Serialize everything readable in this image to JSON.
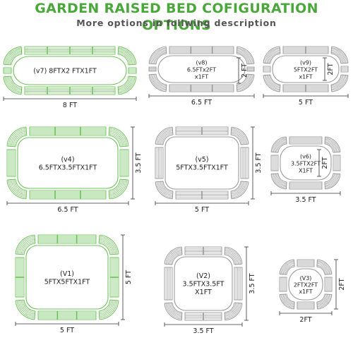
{
  "header": {
    "title": "GARDEN RAISED BED COFIGURATION OPTIONS",
    "subtitle": "More options in follwing description"
  },
  "colors": {
    "title_green": "#4aa83b",
    "green_bed": "#6ec35a",
    "gray_bed": "#9a9a9a",
    "subtitle_gray": "#555555"
  },
  "configs": [
    {
      "id": "v7",
      "color": "green",
      "label": [
        "(v7)  8FTX2 FTX1FT"
      ],
      "width_dim": "8 FT",
      "height_dim": ""
    },
    {
      "id": "v8",
      "color": "gray",
      "label": [
        "(v8)",
        "6.5FTx2FT",
        "x1FT"
      ],
      "width_dim": "6.5 FT",
      "height_dim": "2 FT"
    },
    {
      "id": "v9",
      "color": "gray",
      "label": [
        "(v9)",
        "5FTX2FT",
        "x1FT"
      ],
      "width_dim": "5 FT",
      "height_dim": "2FT"
    },
    {
      "id": "v4",
      "color": "green",
      "label": [
        "(v4)",
        "6.5FTX3.5FTX1FT"
      ],
      "width_dim": "6.5 FT",
      "height_dim": "3.5 FT"
    },
    {
      "id": "v5",
      "color": "gray",
      "label": [
        "(v5)",
        "5FTX3.5FTX1FT"
      ],
      "width_dim": "5 FT",
      "height_dim": "3.5 FT"
    },
    {
      "id": "v6",
      "color": "gray",
      "label": [
        "(v6)",
        "3.5FTX2FT",
        "X1FT"
      ],
      "width_dim": "3.5 FT",
      "height_dim": "2FT"
    },
    {
      "id": "V1",
      "color": "green",
      "label": [
        "(V1)",
        "5FTX5FTX1FT"
      ],
      "width_dim": "5 FT",
      "height_dim": "5 FT"
    },
    {
      "id": "V2",
      "color": "gray",
      "label": [
        "(V2)",
        "3.5FTX3.5FT",
        "X1FT"
      ],
      "width_dim": "3.5 FT",
      "height_dim": "3.5 FT"
    },
    {
      "id": "V3",
      "color": "gray",
      "label": [
        "(V3)",
        "2FTX2FT",
        "x1FT"
      ],
      "width_dim": "2FT",
      "height_dim": "2FT"
    }
  ]
}
